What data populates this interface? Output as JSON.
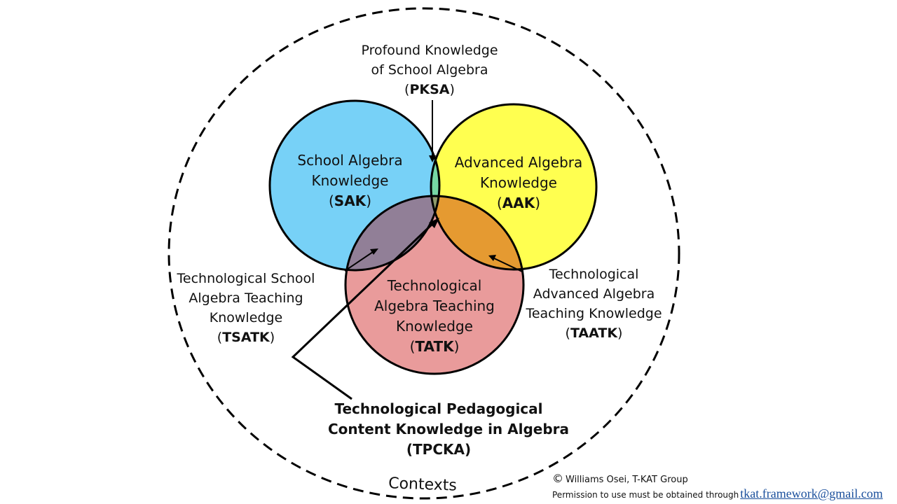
{
  "labels": {
    "pksa": {
      "line1": "Profound Knowledge",
      "line2": "of School Algebra",
      "open": "(",
      "abbr": "PKSA",
      "close": ")"
    },
    "sak": {
      "line1": "School Algebra",
      "line2": "Knowledge",
      "open": "(",
      "abbr": "SAK",
      "close": ")"
    },
    "aak": {
      "line1": "Advanced Algebra",
      "line2": "Knowledge",
      "open": "(",
      "abbr": "AAK",
      "close": ")"
    },
    "tatk": {
      "line1": "Technological",
      "line2": "Algebra Teaching",
      "line3": "Knowledge",
      "open": "(",
      "abbr": "TATK",
      "close": ")"
    },
    "tsatk": {
      "line1": "Technological School",
      "line2": "Algebra Teaching",
      "line3": "Knowledge",
      "open": "(",
      "abbr": "TSATK",
      "close": ")"
    },
    "taatk": {
      "line1": "Technological",
      "line2": "Advanced Algebra",
      "line3": "Teaching Knowledge",
      "open": "(",
      "abbr": "TAATK",
      "close": ")"
    },
    "tpcka": {
      "line1": "Technological Pedagogical",
      "line2": "Content Knowledge in Algebra",
      "line3": "(TPCKA)"
    }
  },
  "contexts_label": "Contexts",
  "credit": {
    "symbol": "©",
    "text": "Williams Osei, T-KAT Group",
    "permission": "Permission to use must be obtained through",
    "email": "tkat.framework@gmail.com"
  },
  "colors": {
    "sak_circle": "#77d1f7",
    "aak_circle": "#ffff50",
    "tatk_circle": "#e99b9b",
    "sak_aak_overlap": "#76d7a4",
    "sak_tatk_overlap": "#917f97",
    "aak_tatk_overlap": "#e59a31",
    "center_overlap": "#8f9a6a",
    "outline": "#000000",
    "link": "#1a4f9c"
  }
}
